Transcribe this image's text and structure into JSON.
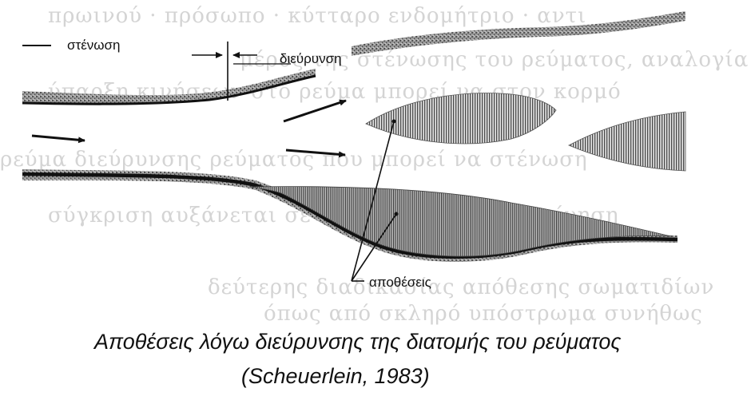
{
  "labels": {
    "narrowing": "στένωση",
    "widening": "διεύρυνση",
    "deposits": "αποθέσεις"
  },
  "caption": {
    "line1": "Αποθέσεις λόγω διεύρυνσης της διατομής του ρεύματος",
    "line2": "(Scheuerlein, 1983)"
  }
}
